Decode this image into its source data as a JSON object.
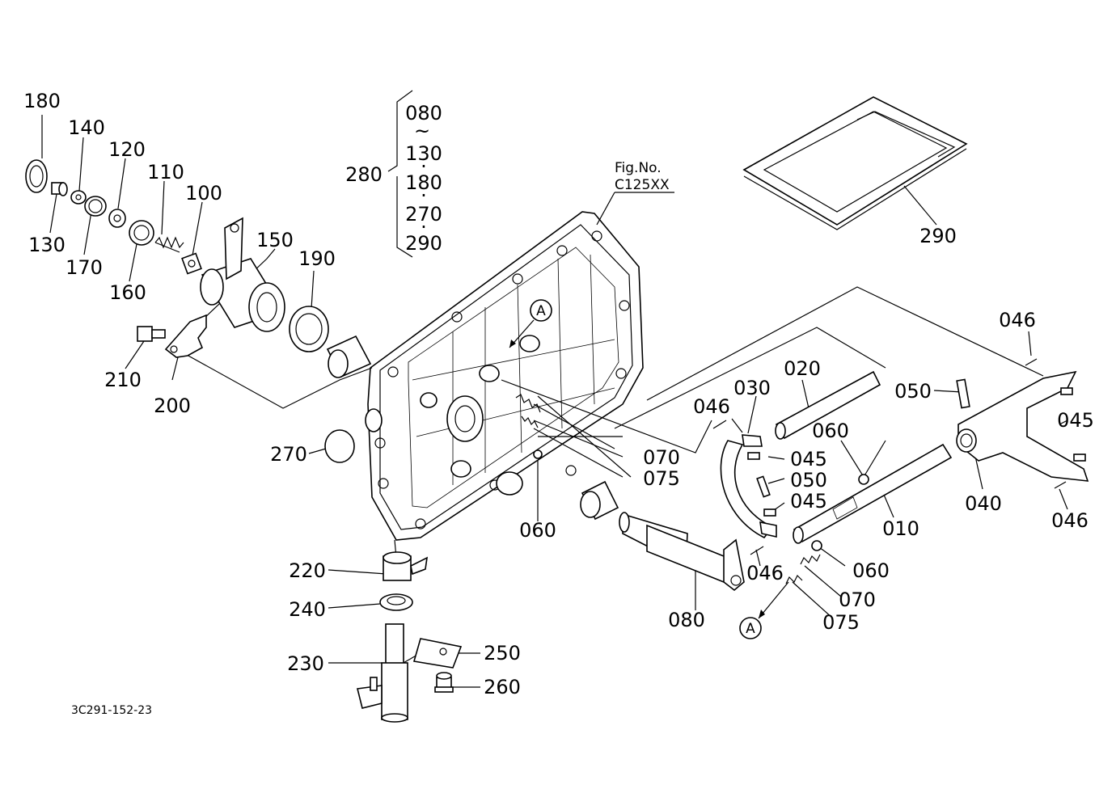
{
  "labels": {
    "p180": "180",
    "p140": "140",
    "p120": "120",
    "p110": "110",
    "p100": "100",
    "p130": "130",
    "p170": "170",
    "p160": "160",
    "p150": "150",
    "p190": "190",
    "p210": "210",
    "p200": "200",
    "p270": "270",
    "p220": "220",
    "p240": "240",
    "p230": "230",
    "p250": "250",
    "p260": "260",
    "p290": "290",
    "p046a": "046",
    "p030": "030",
    "p020": "020",
    "p050a": "050",
    "p060a": "060",
    "p045a": "045",
    "p050b": "050",
    "p045b": "045",
    "p010": "010",
    "p040": "040",
    "p046b": "046",
    "p045c": "045",
    "p046c": "046",
    "p046d": "046",
    "p060b": "060",
    "p070b": "070",
    "p075b": "075",
    "p080": "080",
    "p070a": "070",
    "p075a": "075",
    "p060c": "060"
  },
  "group_280": {
    "label": "280",
    "items": [
      "080",
      "~",
      "130",
      "·",
      "180",
      "·",
      "270",
      "·",
      "290"
    ]
  },
  "fig_ref": {
    "line1": "Fig.No.",
    "line2": "C125XX"
  },
  "callout_a_top": "A",
  "callout_a_bottom": "A",
  "drawing_code": "3C291-152-23"
}
